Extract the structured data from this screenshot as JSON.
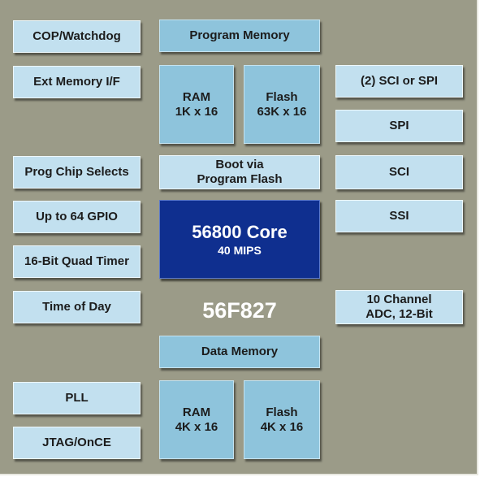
{
  "left_column": {
    "cop_watchdog": "COP/Watchdog",
    "ext_memory": "Ext Memory I/F",
    "prog_chip_selects": "Prog Chip Selects",
    "gpio": "Up to 64 GPIO",
    "quad_timer": "16-Bit Quad Timer",
    "time_of_day": "Time of Day",
    "pll": "PLL",
    "jtag": "JTAG/OnCE"
  },
  "program_memory": {
    "header": "Program Memory",
    "ram": "RAM\n1K x 16",
    "flash": "Flash\n63K x 16",
    "boot": "Boot via\nProgram Flash"
  },
  "core": {
    "title": "56800 Core",
    "speed": "40 MIPS"
  },
  "chip_name": "56F827",
  "data_memory": {
    "header": "Data Memory",
    "ram": "RAM\n4K x 16",
    "flash": "Flash\n4K x 16"
  },
  "right_column": {
    "sci_spi": "(2) SCI or SPI",
    "spi": "SPI",
    "sci": "SCI",
    "ssi": "SSI",
    "adc": "10 Channel\nADC, 12-Bit"
  },
  "colors": {
    "background": "#9b9b88",
    "light_block": "#c2e0ef",
    "memory_block": "#8ec4dc",
    "core_block": "#0f2f8f"
  }
}
